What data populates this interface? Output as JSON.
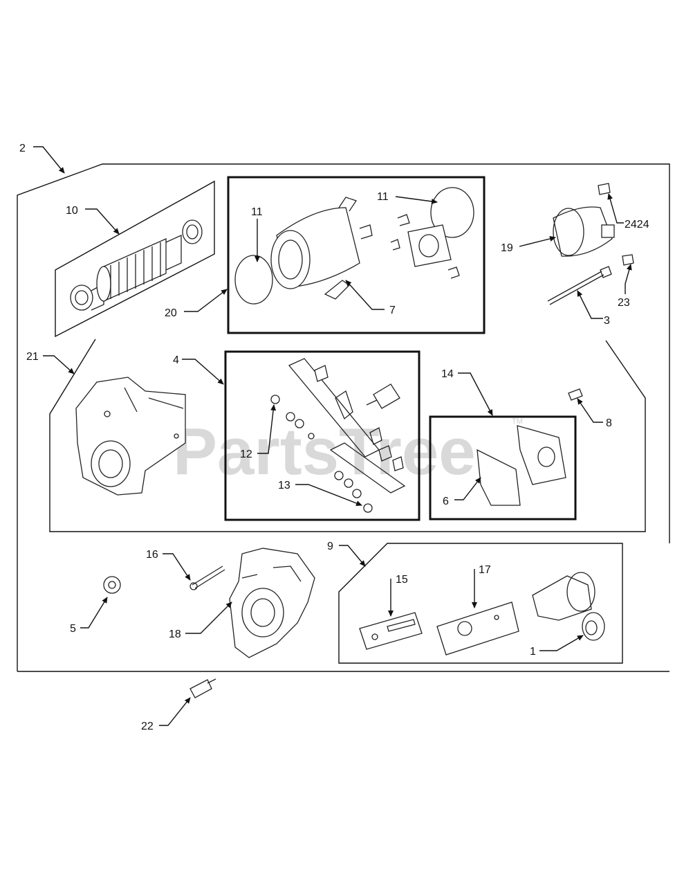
{
  "watermark": {
    "text": "PartsTree",
    "trademark": "TM"
  },
  "callouts": [
    {
      "id": "c2",
      "label": "2"
    },
    {
      "id": "c10",
      "label": "10"
    },
    {
      "id": "c11a",
      "label": "11"
    },
    {
      "id": "c11b",
      "label": "11"
    },
    {
      "id": "c20",
      "label": "20"
    },
    {
      "id": "c7",
      "label": "7"
    },
    {
      "id": "c19",
      "label": "19"
    },
    {
      "id": "c24",
      "label": "2424"
    },
    {
      "id": "c23",
      "label": "23"
    },
    {
      "id": "c3",
      "label": "3"
    },
    {
      "id": "c21",
      "label": "21"
    },
    {
      "id": "c4",
      "label": "4"
    },
    {
      "id": "c12",
      "label": "12"
    },
    {
      "id": "c13",
      "label": "13"
    },
    {
      "id": "c14",
      "label": "14"
    },
    {
      "id": "c8",
      "label": "8"
    },
    {
      "id": "c6",
      "label": "6"
    },
    {
      "id": "c9",
      "label": "9"
    },
    {
      "id": "c16",
      "label": "16"
    },
    {
      "id": "c15",
      "label": "15"
    },
    {
      "id": "c17",
      "label": "17"
    },
    {
      "id": "c5",
      "label": "5"
    },
    {
      "id": "c18",
      "label": "18"
    },
    {
      "id": "c1",
      "label": "1"
    },
    {
      "id": "c22",
      "label": "22"
    }
  ]
}
